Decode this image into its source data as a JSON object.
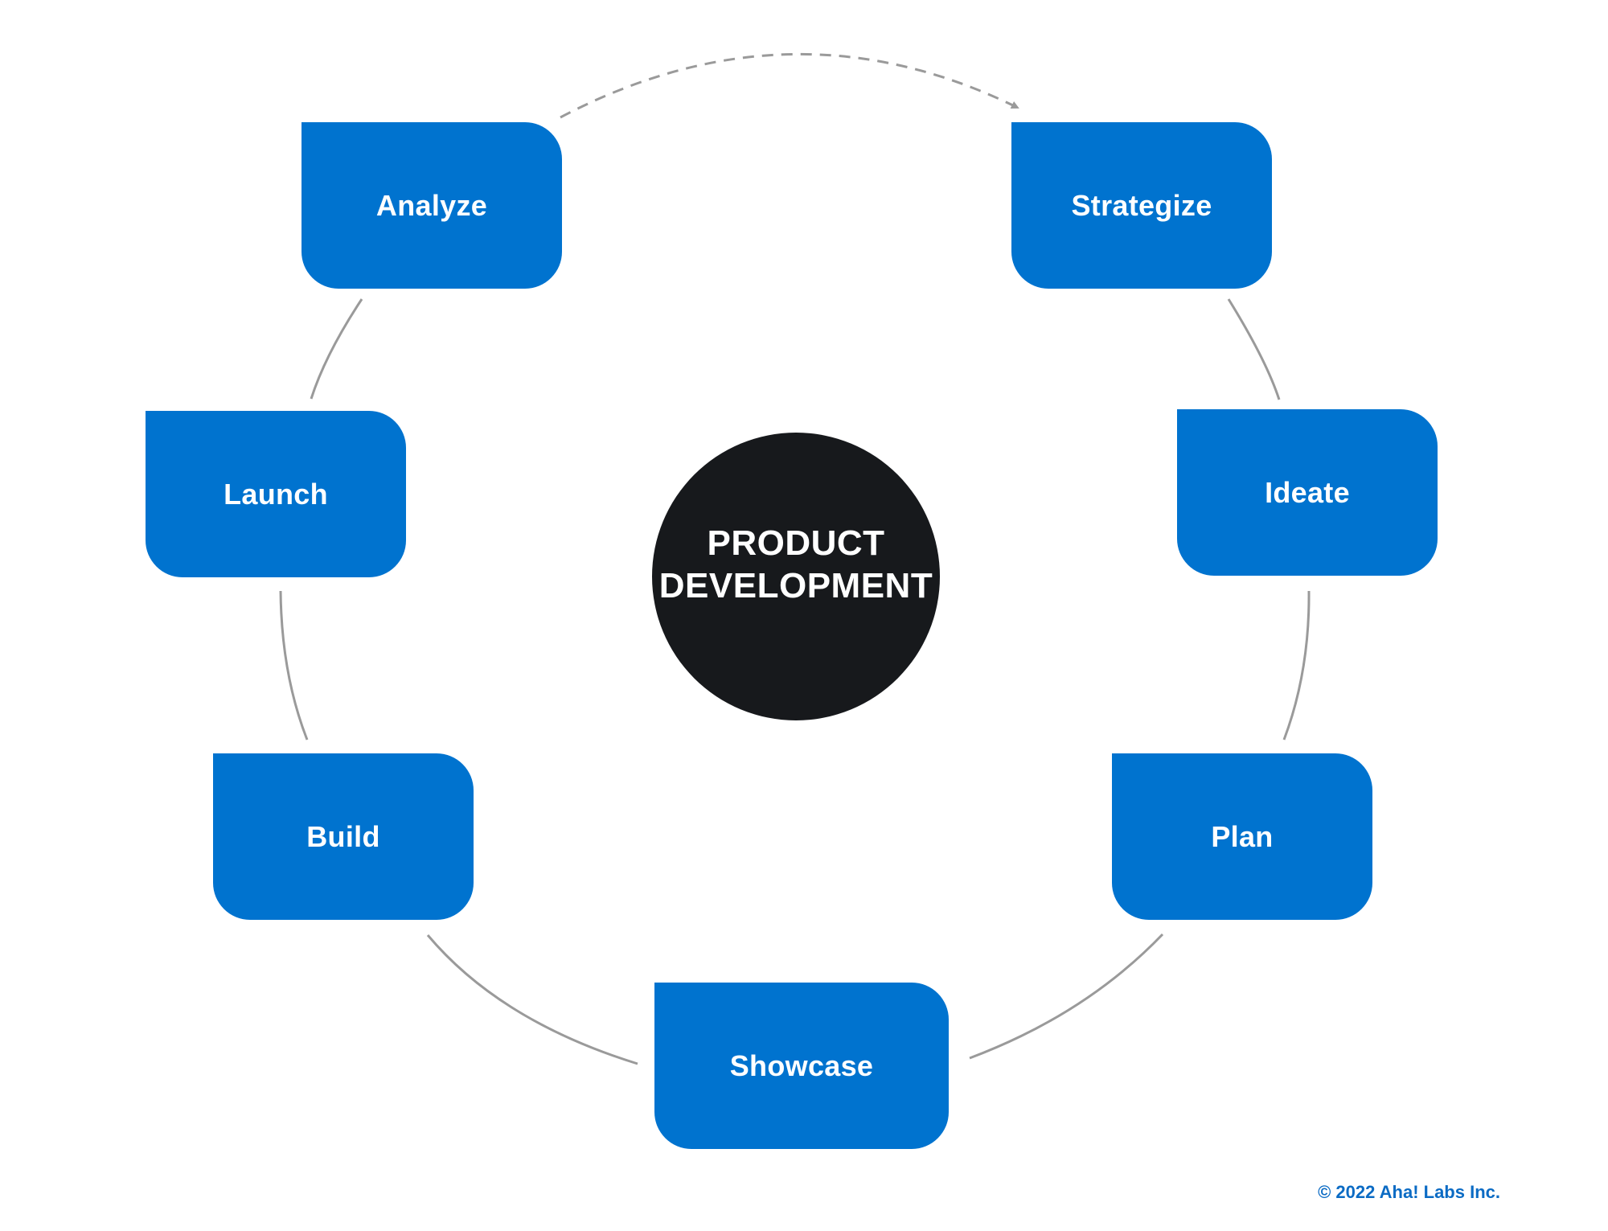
{
  "diagram": {
    "center": {
      "line1": "PRODUCT",
      "line2": "DEVELOPMENT"
    },
    "stages": [
      {
        "id": "strategize",
        "label": "Strategize"
      },
      {
        "id": "ideate",
        "label": "Ideate"
      },
      {
        "id": "plan",
        "label": "Plan"
      },
      {
        "id": "showcase",
        "label": "Showcase"
      },
      {
        "id": "build",
        "label": "Build"
      },
      {
        "id": "launch",
        "label": "Launch"
      },
      {
        "id": "analyze",
        "label": "Analyze"
      }
    ],
    "colors": {
      "stage_fill": "#0073cf",
      "stage_text": "#ffffff",
      "center_fill": "#17191c",
      "connector": "#9a9a9a",
      "copyright_text": "#0b6bc4"
    }
  },
  "footer": {
    "copyright": "© 2022 Aha! Labs Inc."
  }
}
